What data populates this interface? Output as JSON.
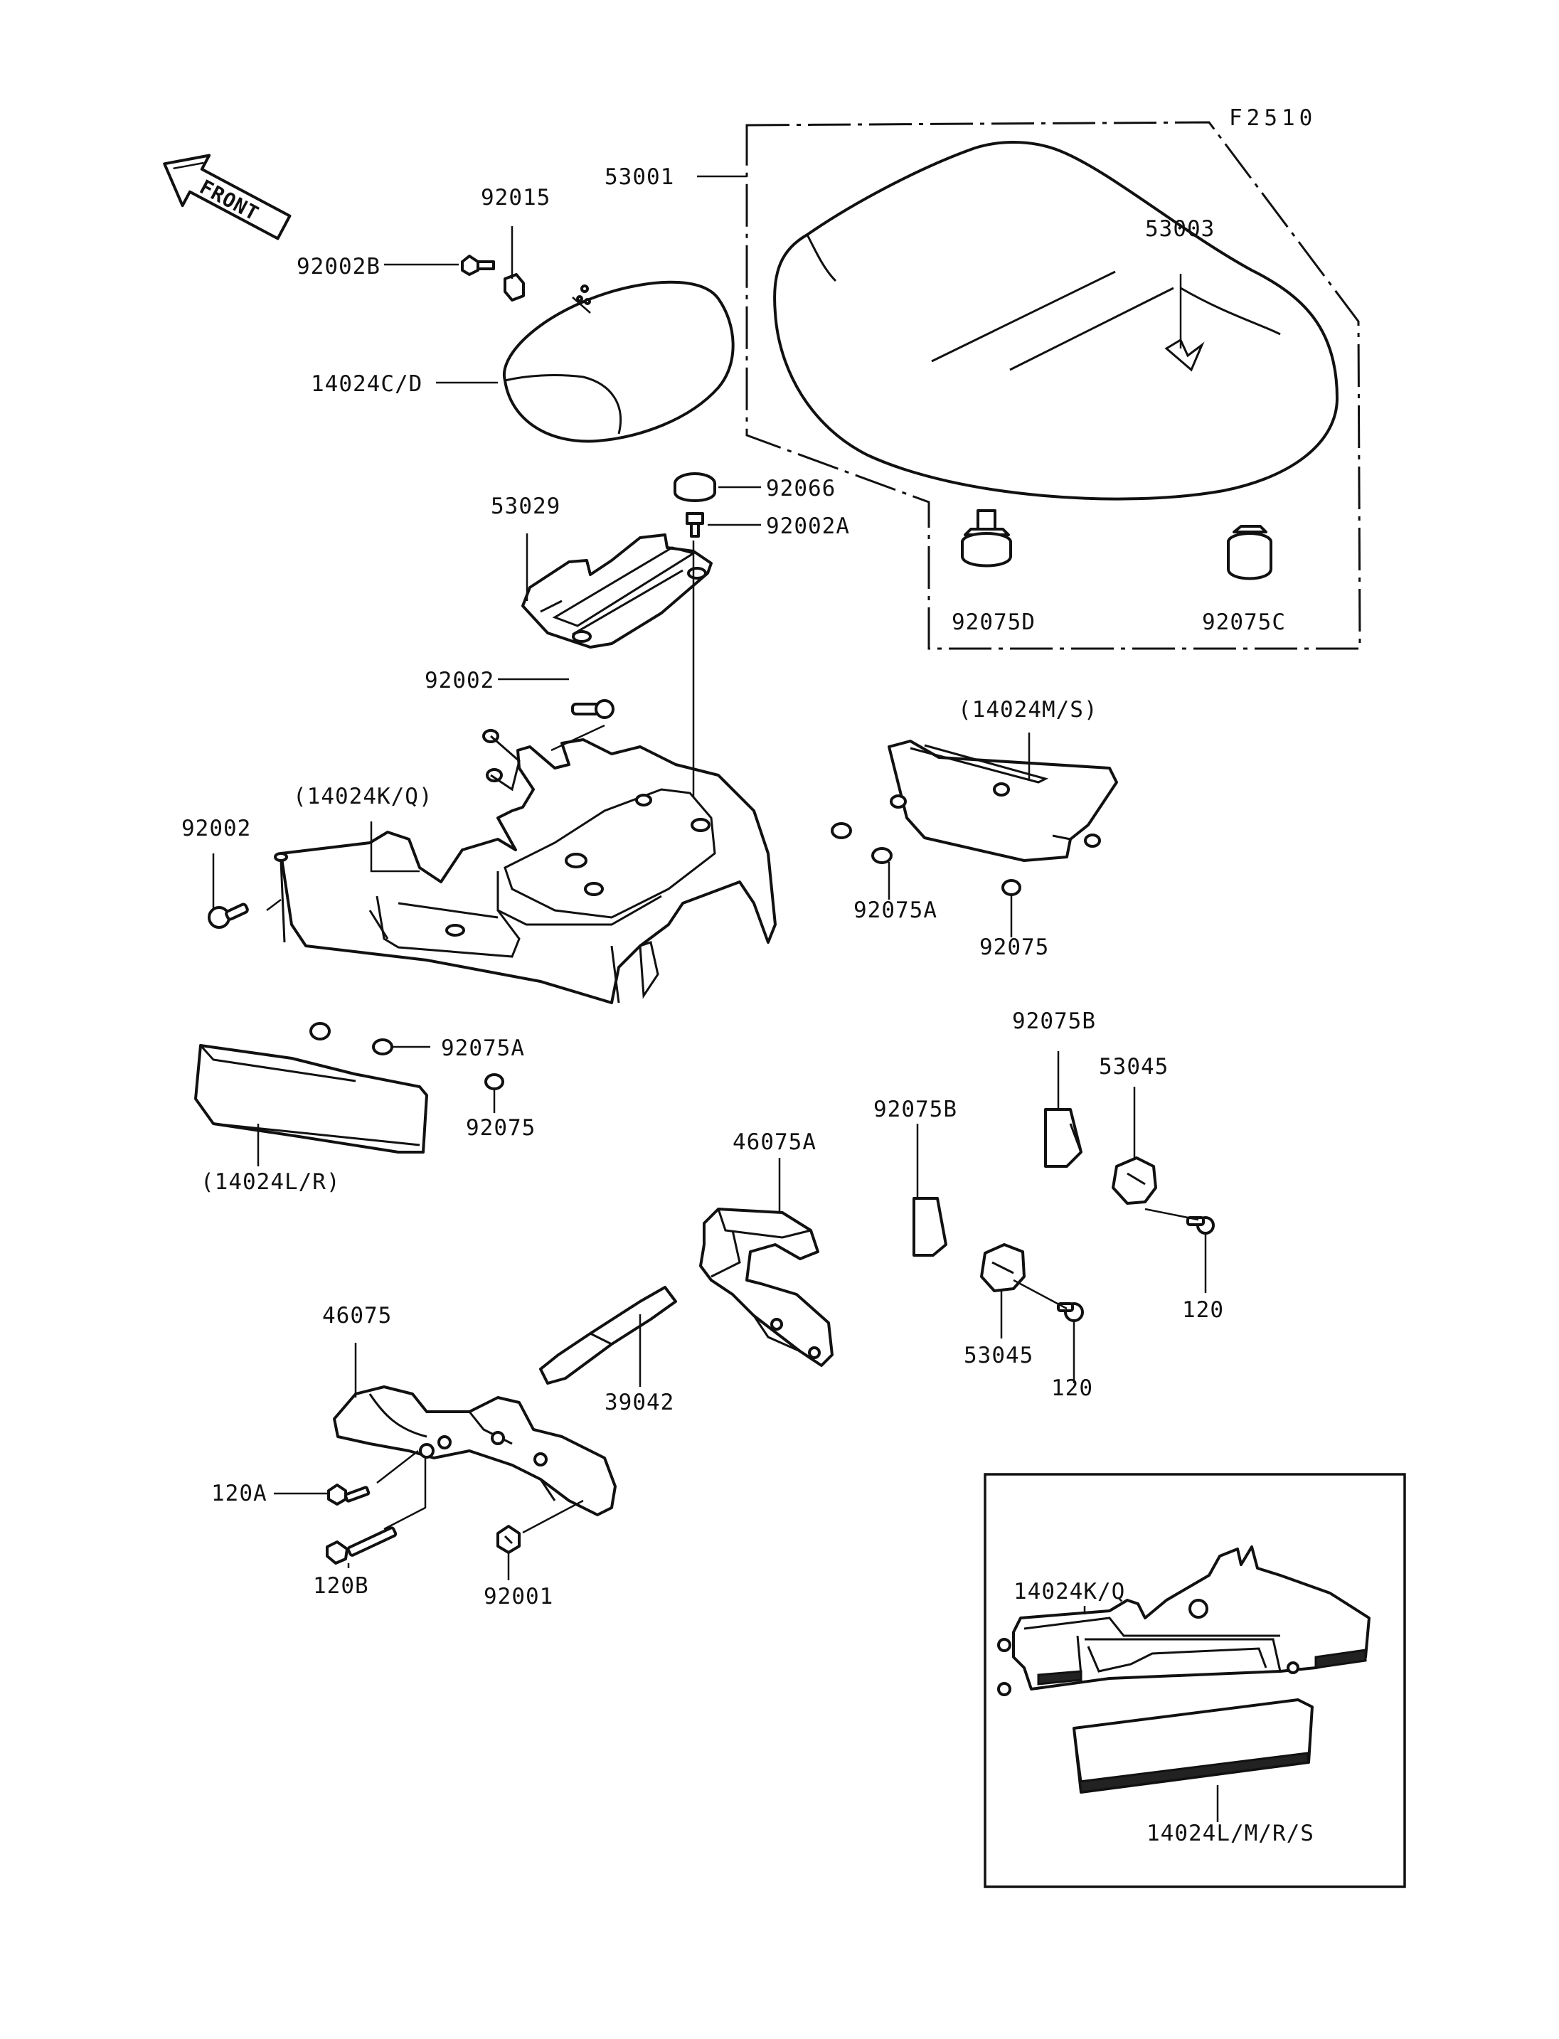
{
  "diagram": {
    "figure_code": "F2510",
    "front_label": "FRONT",
    "callouts": {
      "c53001": "53001",
      "c53003": "53003",
      "c92015": "92015",
      "c92002B": "92002B",
      "c14024CD": "14024C/D",
      "c92066": "92066",
      "c92002A": "92002A",
      "c53029": "53029",
      "c92075D": "92075D",
      "c92075C": "92075C",
      "c92002_top": "92002",
      "c14024MS": "(14024M/S)",
      "c14024KQ": "(14024K/Q)",
      "c92002_left": "92002",
      "c92075A_right": "92075A",
      "c92075_right": "92075",
      "c92075A_left": "92075A",
      "c92075_left": "92075",
      "c14024LR": "(14024L/R)",
      "c92075B_top": "92075B",
      "c53045_top": "53045",
      "c92075B_mid": "92075B",
      "c46075A": "46075A",
      "c120_right": "120",
      "c53045_bottom": "53045",
      "c120_bottom": "120",
      "c46075": "46075",
      "c39042": "39042",
      "c120A": "120A",
      "c120B": "120B",
      "c92001": "92001"
    },
    "inset": {
      "c14024KQ": "14024K/Q",
      "c14024LMRS": "14024L/M/R/S"
    }
  }
}
